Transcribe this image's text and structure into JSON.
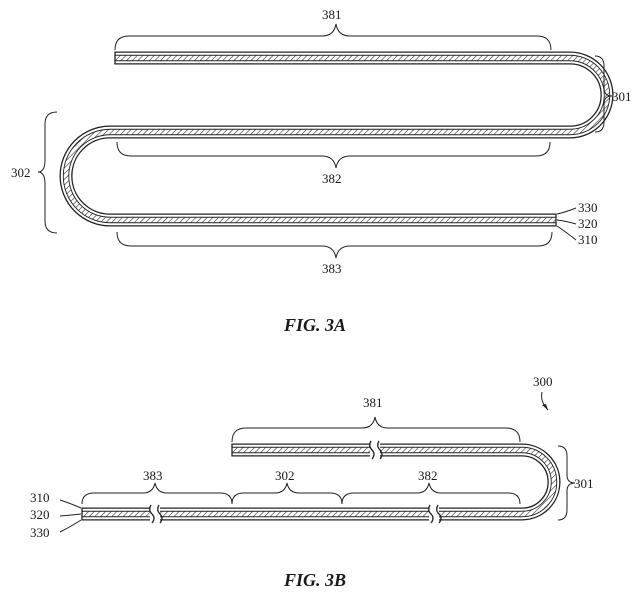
{
  "fig3a": {
    "caption": "FIG. 3A",
    "labels": {
      "l381": "381",
      "l301": "301",
      "l302": "302",
      "l382": "382",
      "l383": "383",
      "l330": "330",
      "l320": "320",
      "l310": "310"
    }
  },
  "fig3b": {
    "caption": "FIG. 3B",
    "labels": {
      "l300": "300",
      "l381": "381",
      "l301": "301",
      "l383": "383",
      "l302": "302",
      "l382": "382",
      "l310": "310",
      "l320": "320",
      "l330": "330"
    }
  }
}
